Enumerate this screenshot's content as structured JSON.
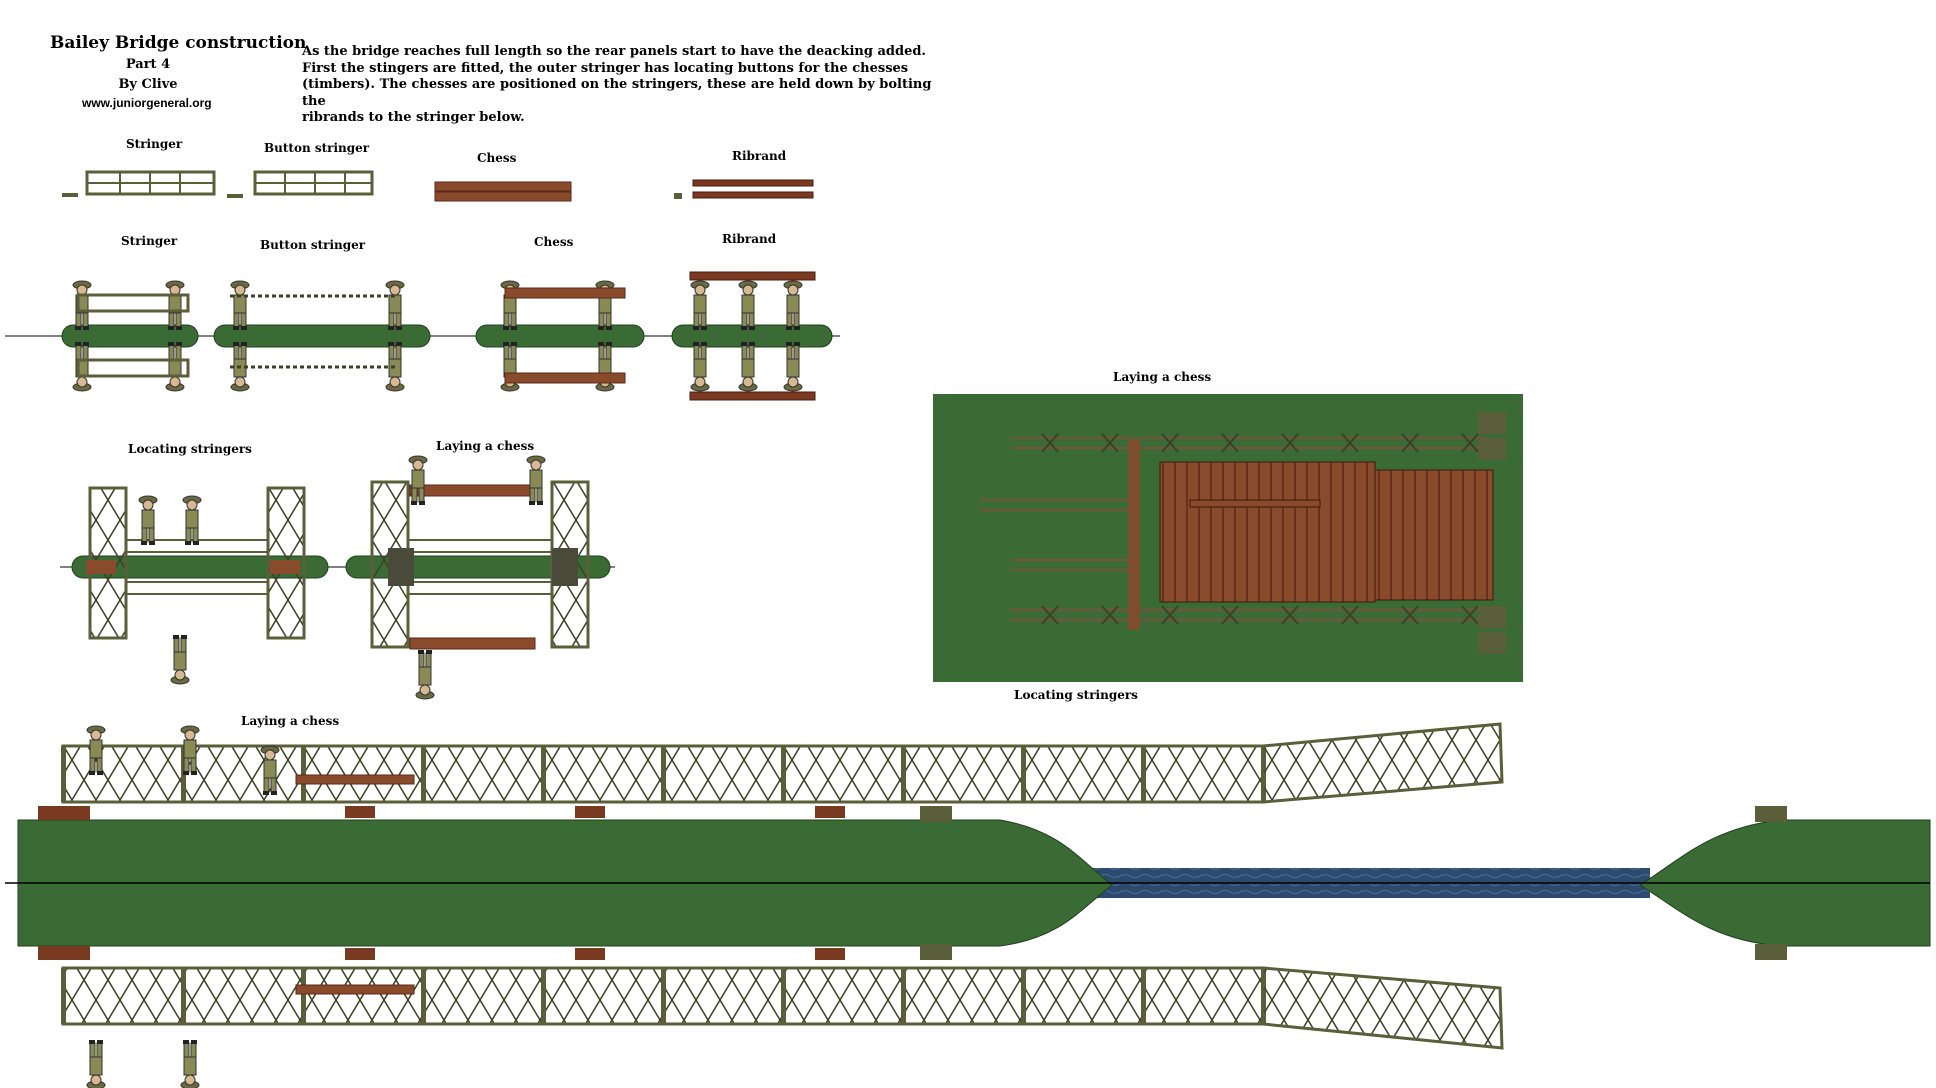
{
  "header": {
    "title": "Bailey Bridge construction",
    "part": "Part 4",
    "author": "By Clive",
    "website": "www.juniorgeneral.org"
  },
  "description": [
    "As the bridge reaches full length so the rear panels start to have the deacking added.",
    "First the stingers are fitted, the outer stringer has locating buttons for the chesses",
    "(timbers). The chesses are positioned on the stringers, these are held down by bolting the",
    "ribrands to the stringer below."
  ],
  "labels": {
    "parts_stringer": "Stringer",
    "parts_button_stringer": "Button stringer",
    "parts_chess": "Chess",
    "parts_ribrand": "Ribrand",
    "fig_stringer": "Stringer",
    "fig_button_stringer": "Button stringer",
    "fig_chess": "Chess",
    "fig_ribrand": "Ribrand",
    "locating_stringers_small": "Locating stringers",
    "laying_chess_small": "Laying  a chess",
    "laying_chess_top": "Laying  a chess",
    "locating_stringers_top": "Locating stringers",
    "laying_chess_bridge": "Laying  a chess"
  },
  "colors": {
    "base_green": "#3a6b35",
    "steel_olive": "#5a5f3a",
    "timber": "#8a4a2c",
    "water": "#2c4a6e",
    "soldier": "#8a8a55"
  }
}
